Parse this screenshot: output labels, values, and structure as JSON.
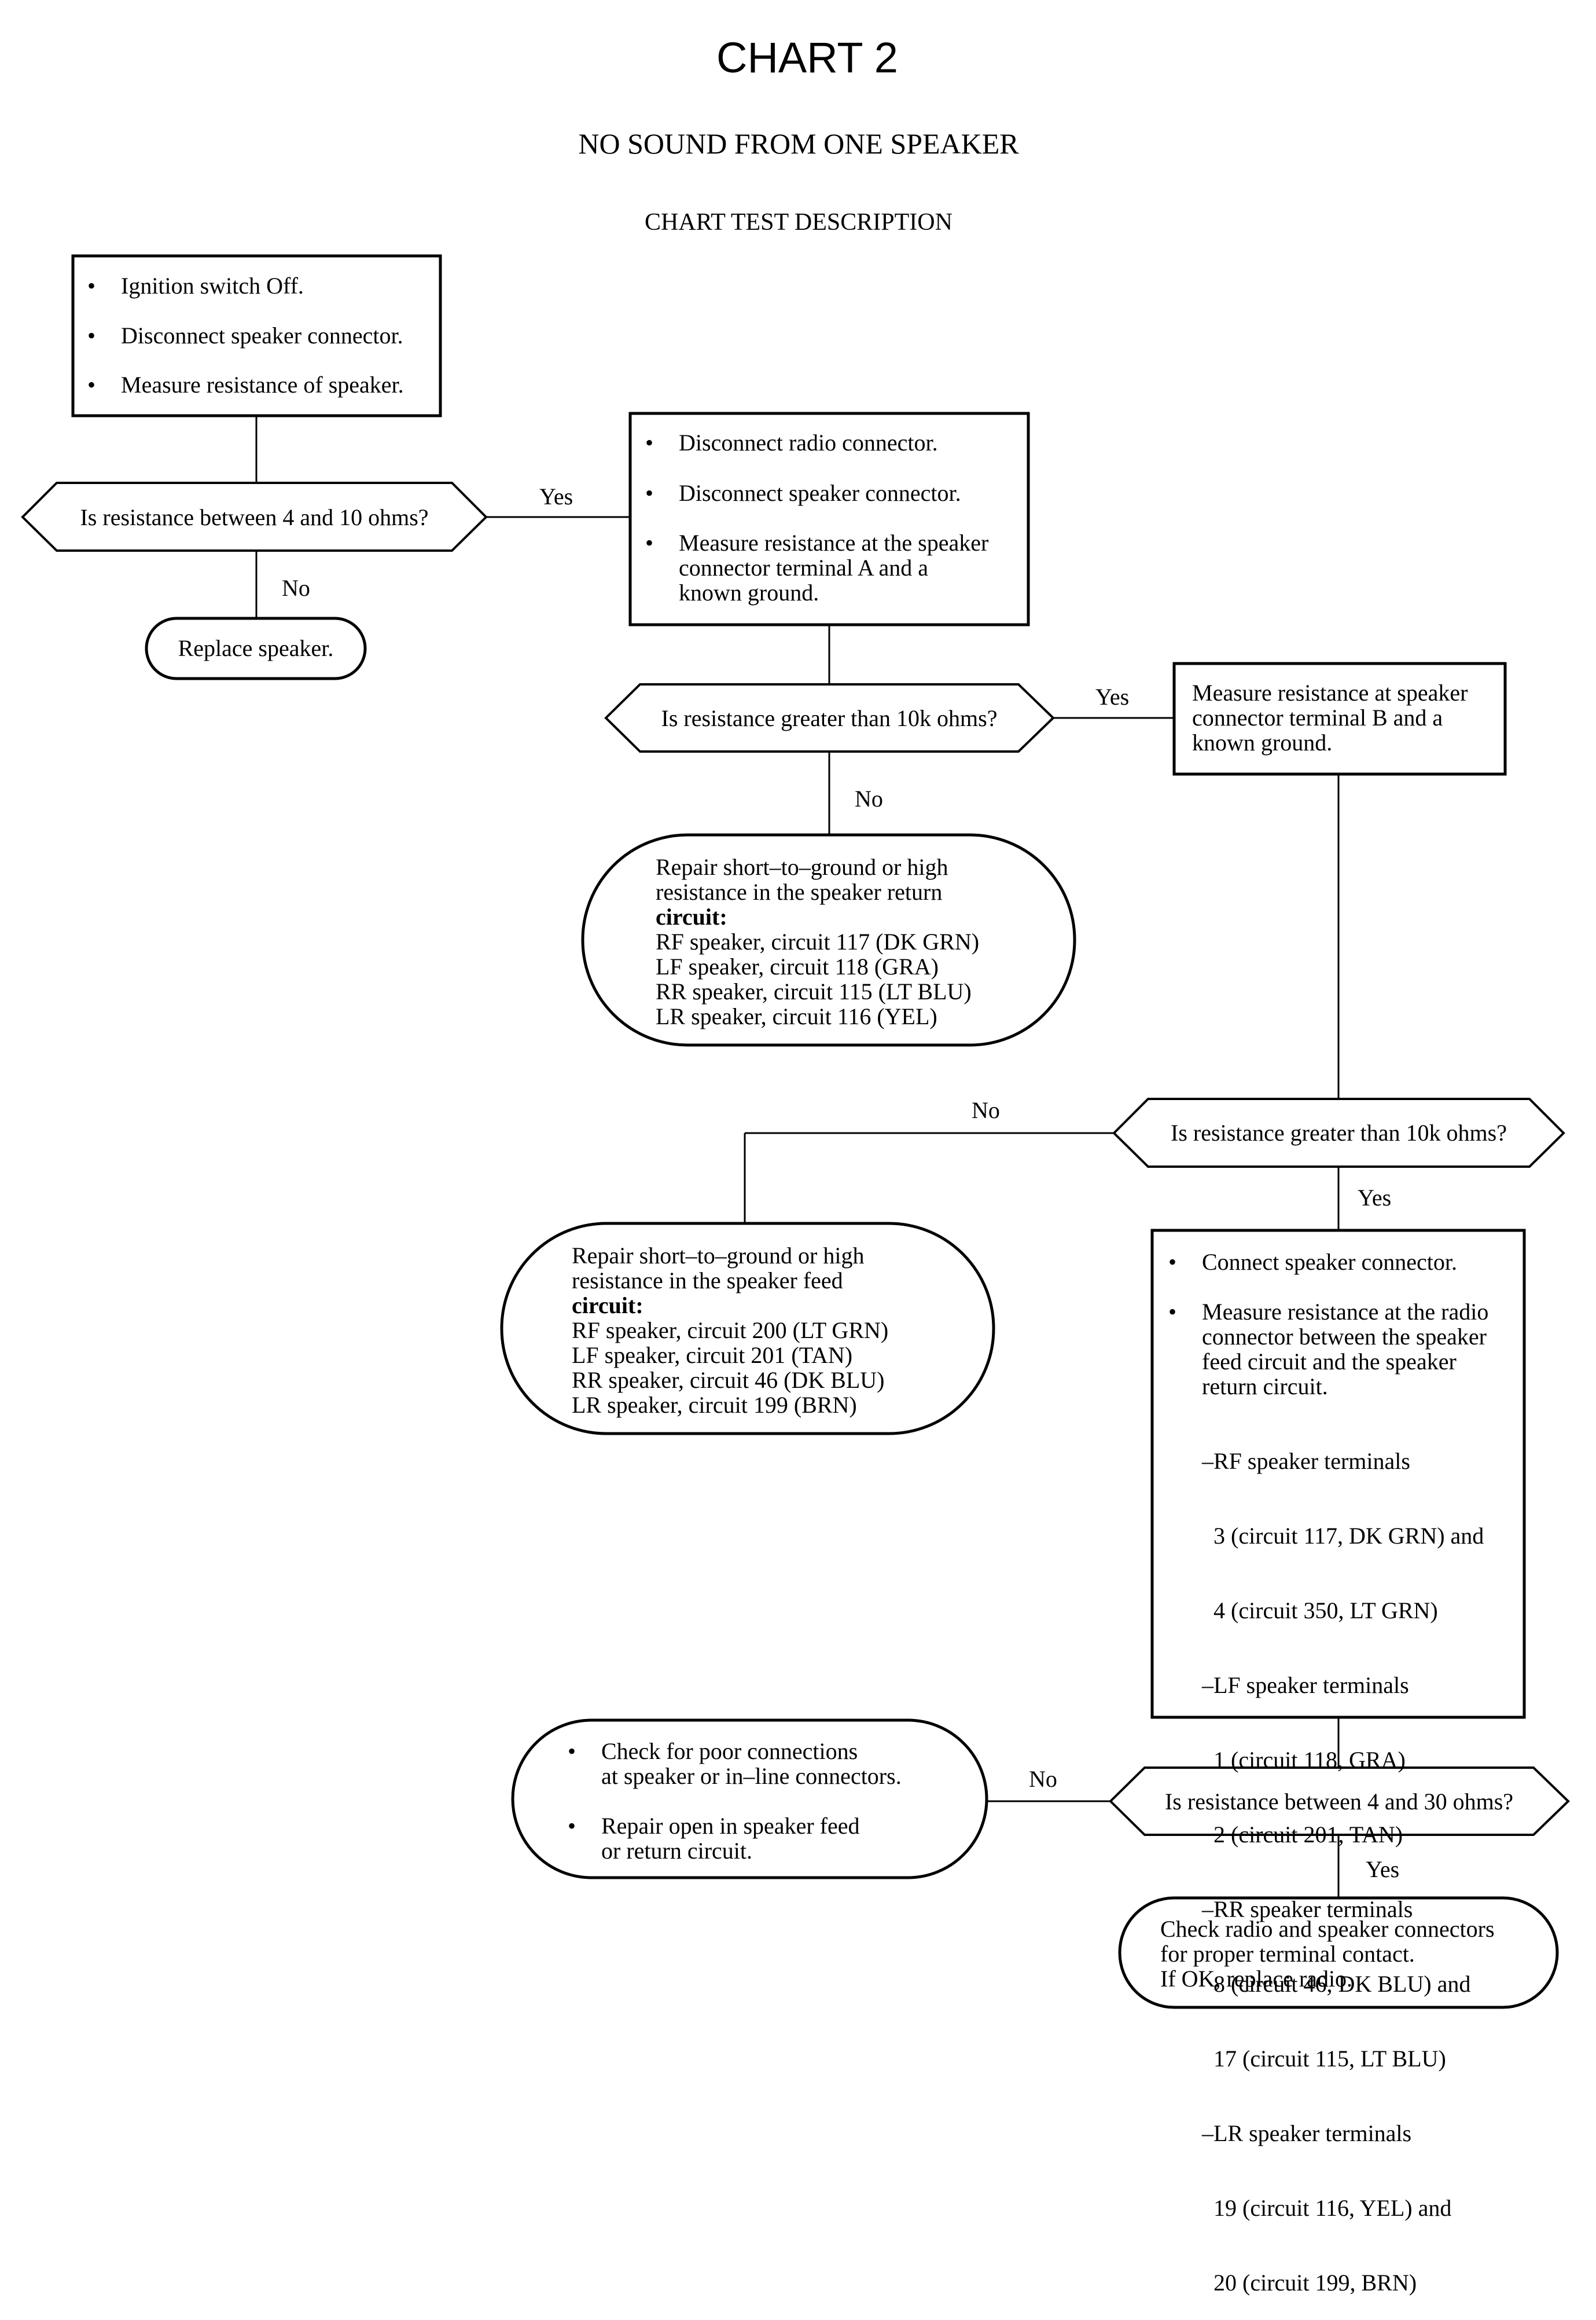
{
  "title": "CHART 2",
  "subtitle": "NO SOUND FROM ONE SPEAKER",
  "section": "CHART TEST DESCRIPTION",
  "step1": {
    "items": [
      "Ignition switch Off.",
      "Disconnect speaker connector.",
      "Measure resistance of speaker."
    ]
  },
  "decision1": "Is resistance between 4 and 10 ohms?",
  "decision1_yes": "Yes",
  "decision1_no": "No",
  "end_replace_speaker": "Replace speaker.",
  "step2": {
    "items": [
      "Disconnect radio connector.",
      "Disconnect speaker connector."
    ],
    "item3_lines": [
      "Measure resistance at the speaker",
      "connector terminal A and a",
      "known ground."
    ]
  },
  "decision2": "Is resistance greater than 10k ohms?",
  "decision2_yes": "Yes",
  "decision2_no": "No",
  "step3_lines": [
    "Measure resistance at speaker",
    "connector terminal B and a",
    "known ground."
  ],
  "repair_return": {
    "lines": [
      "Repair short–to–ground or high",
      "resistance in the speaker return"
    ],
    "bold": "circuit:",
    "circuits": [
      "RF speaker, circuit 117 (DK GRN)",
      "LF speaker, circuit 118 (GRA)",
      "RR speaker, circuit 115 (LT BLU)",
      "LR speaker, circuit 116 (YEL)"
    ]
  },
  "decision3": "Is resistance greater than 10k ohms?",
  "decision3_yes": "Yes",
  "decision3_no": "No",
  "repair_feed": {
    "lines": [
      "Repair short–to–ground or high",
      "resistance in the speaker feed"
    ],
    "bold": "circuit:",
    "circuits": [
      "RF speaker, circuit 200 (LT GRN)",
      "LF speaker, circuit 201 (TAN)",
      "RR speaker, circuit 46 (DK BLU)",
      "LR speaker, circuit 199 (BRN)"
    ]
  },
  "step4": {
    "item1": "Connect speaker connector.",
    "item2_lines": [
      "Measure resistance at the radio",
      "connector between the speaker",
      "feed circuit and the speaker",
      "return circuit."
    ],
    "terminals": [
      "–RF speaker terminals",
      "  3 (circuit 117, DK GRN) and",
      "  4 (circuit 350, LT GRN)",
      "–LF speaker terminals",
      "  1 (circuit 118, GRA)",
      "  2 (circuit 201, TAN)",
      "–RR speaker terminals",
      "  8 (circuit 46, DK BLU) and",
      "  17 (circuit 115, LT BLU)",
      "–LR speaker terminals",
      "  19 (circuit 116, YEL) and",
      "  20 (circuit 199, BRN)"
    ]
  },
  "decision4": "Is resistance between 4 and 30 ohms?",
  "decision4_yes": "Yes",
  "decision4_no": "No",
  "end_check_poor": {
    "item1_lines": [
      "Check for poor connections",
      "at speaker or in–line connectors."
    ],
    "item2_lines": [
      "Repair open in speaker feed",
      "or return circuit."
    ]
  },
  "end_check_radio": [
    "Check radio and speaker connectors",
    "for proper terminal contact.",
    "If OK, replace radio."
  ]
}
